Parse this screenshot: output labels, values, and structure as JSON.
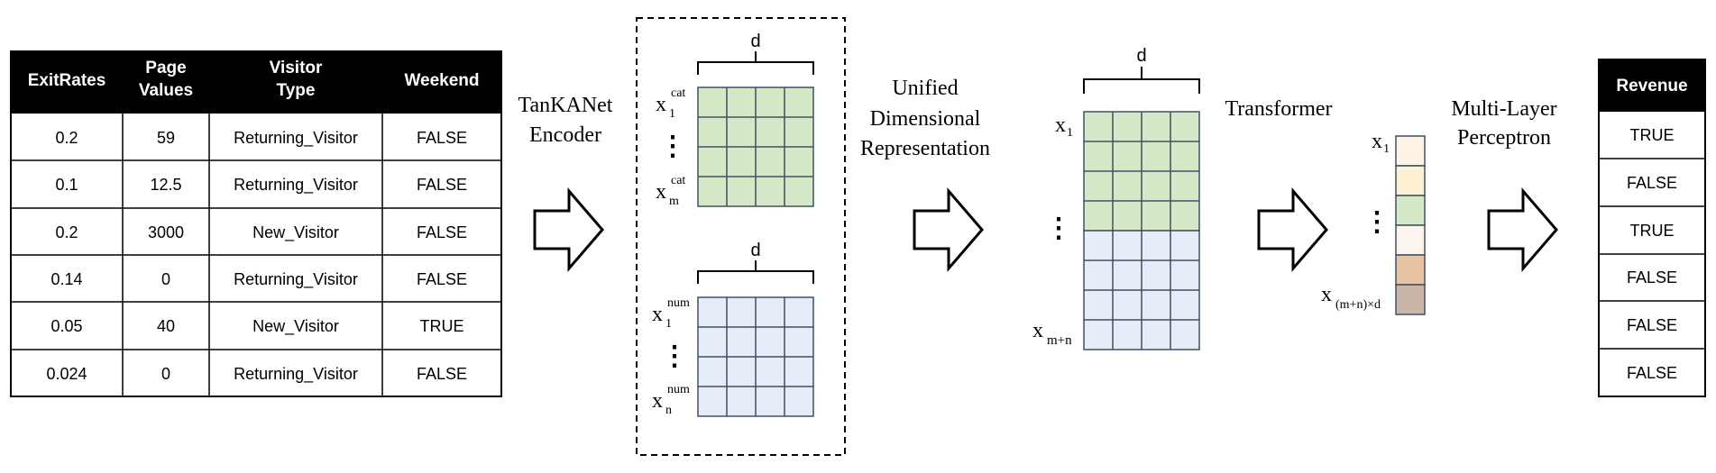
{
  "input_table": {
    "headers": [
      {
        "line1": "ExitRates",
        "line2": ""
      },
      {
        "line1": "Page",
        "line2": "Values"
      },
      {
        "line1": "Visitor",
        "line2": "Type"
      },
      {
        "line1": "Weekend",
        "line2": ""
      }
    ],
    "rows": [
      [
        "0.2",
        "59",
        "Returning_Visitor",
        "FALSE"
      ],
      [
        "0.1",
        "12.5",
        "Returning_Visitor",
        "FALSE"
      ],
      [
        "0.2",
        "3000",
        "New_Visitor",
        "FALSE"
      ],
      [
        "0.14",
        "0",
        "Returning_Visitor",
        "FALSE"
      ],
      [
        "0.05",
        "40",
        "New_Visitor",
        "TRUE"
      ],
      [
        "0.024",
        "0",
        "Returning_Visitor",
        "FALSE"
      ]
    ]
  },
  "labels": {
    "encoder_line1": "TanKANet",
    "encoder_line2": "Encoder",
    "unified_line1": "Unified",
    "unified_line2": "Dimensional",
    "unified_line3": "Representation",
    "transformer": "Transformer",
    "mlp_line1": "Multi-Layer",
    "mlp_line2": "Perceptron"
  },
  "encoder": {
    "d_label": "d",
    "cat_first": {
      "base": "x",
      "sub": "1",
      "sup": "cat"
    },
    "cat_last": {
      "base": "x",
      "sub": "m",
      "sup": "cat"
    },
    "num_first": {
      "base": "x",
      "sub": "1",
      "sup": "num"
    },
    "num_last": {
      "base": "x",
      "sub": "n",
      "sup": "num"
    },
    "vdots": "⋮"
  },
  "unified": {
    "d_label": "d",
    "first": {
      "base": "x",
      "sub": "1"
    },
    "last": {
      "base": "x",
      "sub": "m+n"
    },
    "vdots": "⋮"
  },
  "flattened": {
    "first": {
      "base": "x",
      "sub": "1"
    },
    "last": {
      "base": "x",
      "sub": "(m+n)×d"
    },
    "vdots": "⋮",
    "cell_colors": [
      "#fdf3e6",
      "#fcf1d2",
      "#d4e8c5",
      "#fdf4f0",
      "#e8c4a4",
      "#cbb5a6"
    ]
  },
  "output_table": {
    "header": "Revenue",
    "rows": [
      "TRUE",
      "FALSE",
      "TRUE",
      "FALSE",
      "FALSE",
      "FALSE"
    ]
  },
  "colors": {
    "green_cell": "#d4e8c5",
    "blue_cell": "#e6edf8",
    "grid_line": "#3f5068",
    "table_header_bg": "#000000",
    "table_header_text": "#ffffff"
  }
}
